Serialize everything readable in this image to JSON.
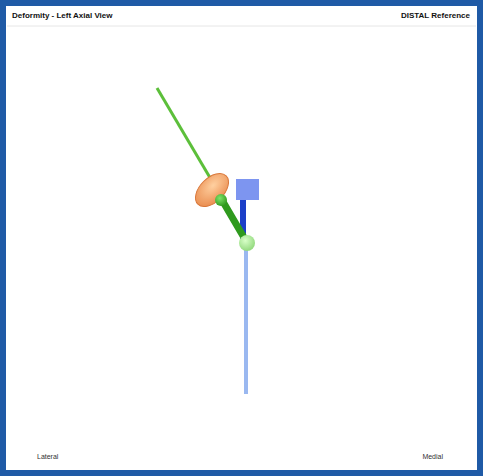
{
  "diagram": {
    "labels": [
      "Deformity - Left Axial View",
      "DISTAL Reference",
      "Lateral",
      "Medial"
    ]
  }
}
